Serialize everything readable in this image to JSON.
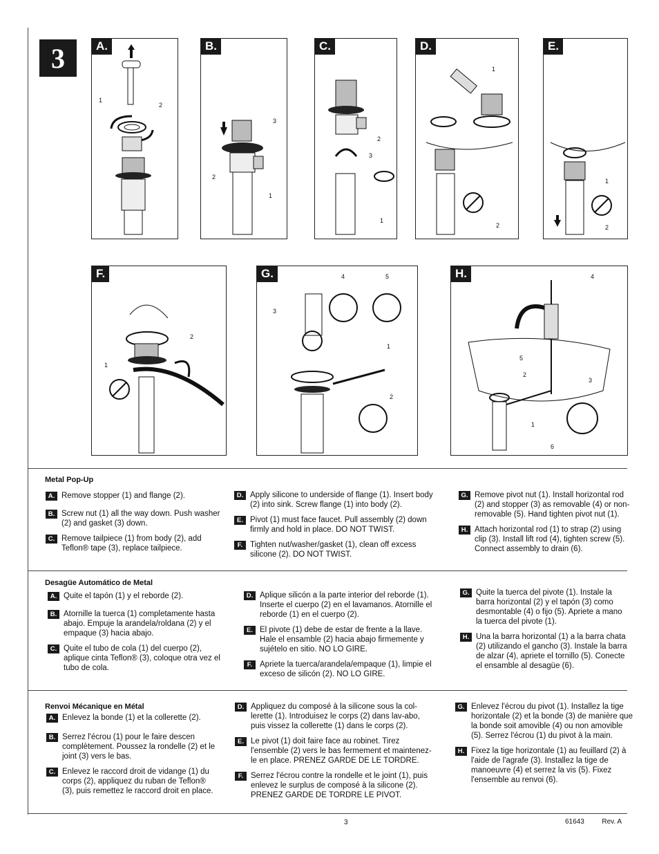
{
  "step_number": "3",
  "panels": [
    {
      "label": "A.",
      "callouts": [
        "1",
        "2"
      ]
    },
    {
      "label": "B.",
      "callouts": [
        "3",
        "2",
        "1"
      ]
    },
    {
      "label": "C.",
      "callouts": [
        "2",
        "3",
        "1"
      ]
    },
    {
      "label": "D.",
      "callouts": [
        "1",
        "2"
      ]
    },
    {
      "label": "E.",
      "callouts": [
        "1",
        "2"
      ]
    },
    {
      "label": "F.",
      "callouts": [
        "2",
        "1"
      ]
    },
    {
      "label": "G.",
      "callouts": [
        "4",
        "5",
        "3",
        "1",
        "2"
      ]
    },
    {
      "label": "H.",
      "callouts": [
        "4",
        "5",
        "2",
        "3",
        "1",
        "6"
      ]
    }
  ],
  "sections": [
    {
      "title": "Metal Pop-Up",
      "columns": [
        [
          {
            "letter": "A.",
            "text": "Remove stopper (1) and flange (2)."
          },
          {
            "letter": "B.",
            "text": "Screw nut (1) all the way down. Push washer (2) and gasket (3) down."
          },
          {
            "letter": "C.",
            "text": "Remove tailpiece (1) from body (2), add Teflon® tape (3), replace tailpiece."
          }
        ],
        [
          {
            "letter": "D.",
            "text": "Apply silicone to underside of flange (1). Insert body (2) into sink. Screw flange (1) into body (2)."
          },
          {
            "letter": "E.",
            "text": "Pivot (1) must face faucet. Pull assembly (2) down firmly and hold in place. DO NOT TWIST."
          },
          {
            "letter": "F.",
            "text": "Tighten nut/washer/gasket (1), clean off excess silicone (2). DO NOT TWIST."
          }
        ],
        [
          {
            "letter": "G.",
            "text": "Remove pivot nut (1). Install horizontal rod (2) and stopper (3) as removable (4) or non-removable (5). Hand tighten pivot nut (1)."
          },
          {
            "letter": "H.",
            "text": "Attach horizontal rod (1) to strap (2) using clip (3). Install lift rod (4), tighten screw (5). Connect assembly to drain (6)."
          }
        ]
      ]
    },
    {
      "title": "Desagüe Automático de Metal",
      "columns": [
        [
          {
            "letter": "A.",
            "text": "Quite el tapón (1) y el reborde (2)."
          },
          {
            "letter": "B.",
            "text": "Atornille la tuerca (1) completamente hasta abajo. Empuje la arandela/roldana (2) y el empaque (3) hacia abajo."
          },
          {
            "letter": "C.",
            "text": "Quite el tubo de cola (1) del cuerpo (2), aplique cinta Teflon® (3), coloque otra vez el tubo de cola."
          }
        ],
        [
          {
            "letter": "D.",
            "text": "Aplique silicón a la parte interior del reborde (1). Inserte el cuerpo (2) en el lavamanos. Atornille el reborde (1) en el cuerpo (2)."
          },
          {
            "letter": "E.",
            "text": "El pivote (1) debe de estar de frente a la llave. Hale el ensamble (2) hacia abajo firmemente y sujételo en sitio. NO LO GIRE."
          },
          {
            "letter": "F.",
            "text": "Apriete la tuerca/arandela/empaque (1), limpie el exceso de silicón (2). NO LO GIRE."
          }
        ],
        [
          {
            "letter": "G.",
            "text": "Quite la tuerca del pivote (1). Instale la barra horizontal (2) y el tapón (3) como desmontable (4) o fijo (5). Apriete a mano la tuerca del pivote (1)."
          },
          {
            "letter": "H.",
            "text": "Una la barra horizontal (1) a la barra chata (2) utilizando el gancho (3). Instale la barra de alzar (4), apriete el tornillo (5). Conecte el ensamble al desagüe (6)."
          }
        ]
      ]
    },
    {
      "title": "Renvoi Mécanique en Métal",
      "columns": [
        [
          {
            "letter": "A.",
            "text": "Enlevez la bonde (1) et la collerette (2)."
          },
          {
            "letter": "B.",
            "text": "Serrez l'écrou (1) pour le faire descen complètement. Poussez la rondelle (2) et le joint (3) vers le bas."
          },
          {
            "letter": "C.",
            "text": "Enlevez le raccord droit de vidange (1) du corps (2), appliquez du ruban de Teflon® (3), puis remettez le raccord droit en place."
          }
        ],
        [
          {
            "letter": "D.",
            "text": "Appliquez du composé à la silicone sous la col-lerette (1). Introduisez le corps (2) dans lav-abo, puis vissez la collerette (1) dans le corps (2)."
          },
          {
            "letter": "E.",
            "text": "Le pivot (1) doit faire face au robinet. Tirez l'ensemble (2) vers le bas fermement et maintenez-le en place. PRENEZ GARDE DE LE TORDRE."
          },
          {
            "letter": "F.",
            "text": "Serrez l'écrou contre la rondelle et le joint (1), puis enlevez le surplus de composé à la silicone (2). PRENEZ GARDE DE TORDRE LE PIVOT."
          }
        ],
        [
          {
            "letter": "G.",
            "text": "Enlevez l'écrou du pivot (1). Installez la tige horizontale (2) et la bonde (3) de manière que la bonde soit amovible (4) ou non amovible (5). Serrez l'écrou (1) du pivot à la main."
          },
          {
            "letter": "H.",
            "text": "Fixez la tige horizontale (1) au feuillard (2) à l'aide de l'agrafe (3). Installez la tige de manoeuvre (4) et serrez la vis (5). Fixez l'ensemble au renvoi (6)."
          }
        ]
      ]
    }
  ],
  "footer": {
    "page": "3",
    "doc_number": "61643",
    "revision": "Rev. A"
  }
}
